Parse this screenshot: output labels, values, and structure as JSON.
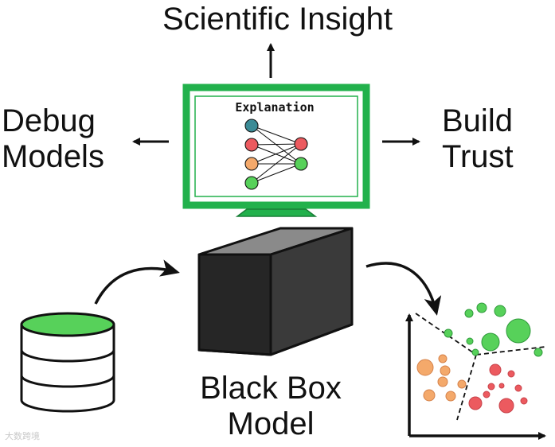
{
  "labels": {
    "top": "Scientific Insight",
    "left": [
      "Debug",
      "Models"
    ],
    "right": [
      "Build",
      "Trust"
    ],
    "bottom": [
      "Black Box",
      "Model"
    ],
    "monitor_title": "Explanation",
    "watermark": "大数跨境"
  },
  "colors": {
    "green": "#22b14c",
    "light_green": "#57d15a",
    "red": "#ec5a5f",
    "orange": "#f4a96b",
    "teal": "#3b8b96",
    "box": "#2b2b2b",
    "ink": "#111111"
  },
  "icons": [
    "monitor-icon",
    "neural-network-icon",
    "black-box-icon",
    "database-icon",
    "scatter-plot-icon"
  ]
}
